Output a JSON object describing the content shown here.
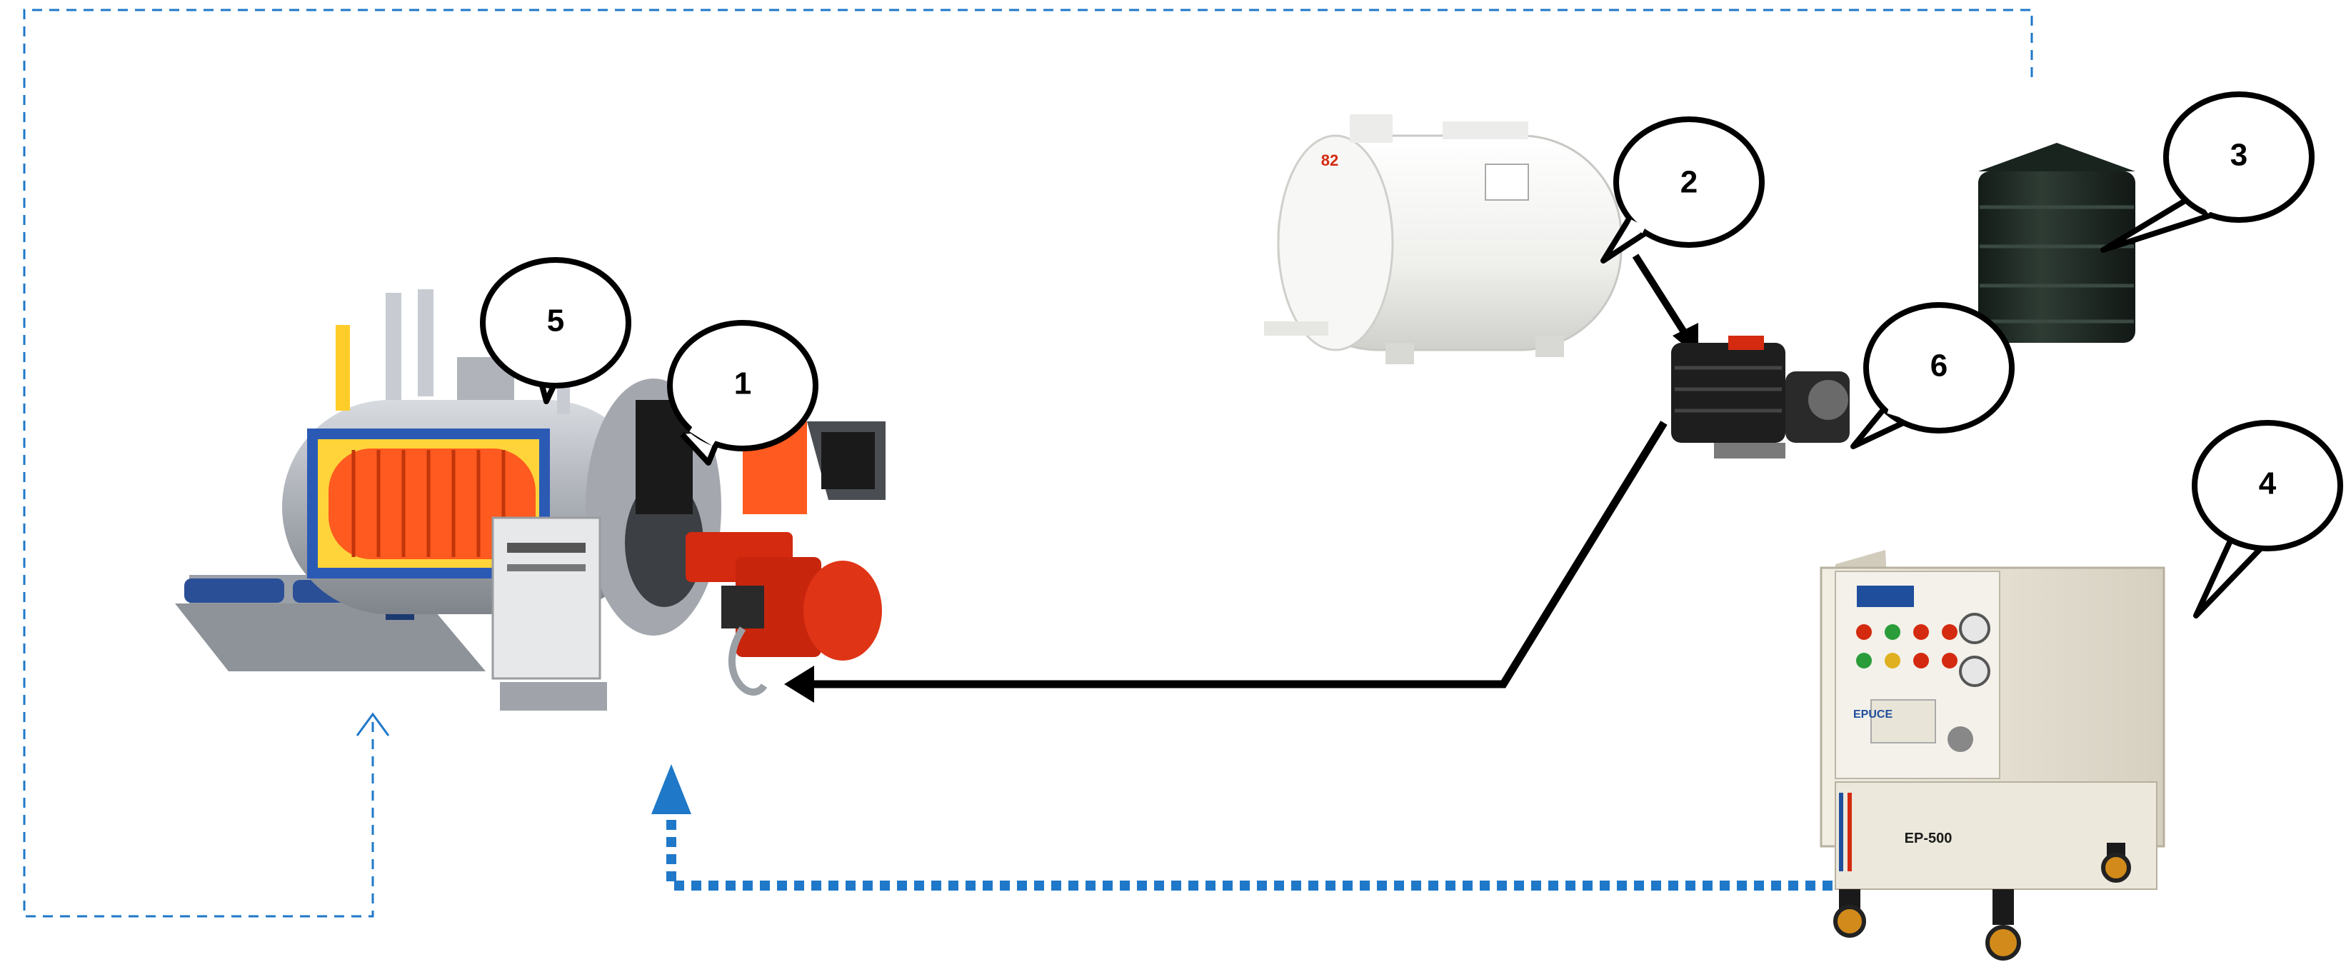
{
  "callouts": [
    {
      "id": "1",
      "label": "1"
    },
    {
      "id": "2",
      "label": "2"
    },
    {
      "id": "3",
      "label": "3"
    },
    {
      "id": "4",
      "label": "4"
    },
    {
      "id": "5",
      "label": "5"
    },
    {
      "id": "6",
      "label": "6"
    }
  ],
  "device_labels": {
    "tank_marking": "82",
    "separator_brand": "EPUCE",
    "separator_model": "EP-500"
  },
  "colors": {
    "dashed_line": "#1f78c8",
    "solid_arrow": "#000000",
    "burner_red": "#d42a10",
    "furnace_orange": "#ff5a1f",
    "boiler_steel": "#b8bcc2",
    "separator_beige": "#e9e4d6",
    "tank_white": "#f4f4f2",
    "water_tank_dark": "#1e2a24"
  }
}
